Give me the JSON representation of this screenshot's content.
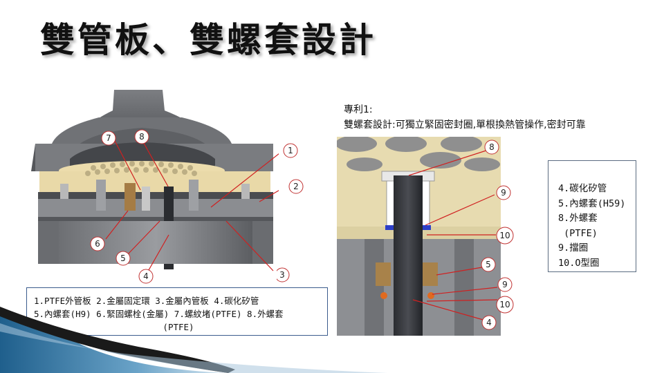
{
  "slide": {
    "title": "雙管板、雙螺套設計"
  },
  "left_figure": {
    "callouts": [
      "7",
      "8",
      "1",
      "2",
      "6",
      "5",
      "4",
      "3"
    ],
    "caption": {
      "line1": "1.PTFE外管板 2.金屬固定環 3.金屬內管板 4.碳化矽管",
      "line2": "5.內螺套(H9) 6.緊固螺栓(金屬) 7.螺紋堵(PTFE) 8.外螺套",
      "line3": "(PTFE)"
    }
  },
  "right_figure": {
    "patent_line1": "專利1:",
    "patent_line2": "雙螺套設計:可獨立緊固密封圈,單根換熱管操作,密封可靠",
    "callouts": [
      "8",
      "9",
      "10",
      "5",
      "9",
      "10",
      "4"
    ],
    "legend": [
      "4.碳化矽管",
      "5.內螺套(H59)",
      "8.外螺套",
      " (PTFE)",
      "9.擋圈",
      "10.O型圈"
    ]
  },
  "colors": {
    "callout_line": "#d02020",
    "callout_border": "#c03030",
    "caption_border": "#3a5b8c",
    "swoosh_dark": "#1a1a1a",
    "swoosh_blue": "#2b6f9e"
  }
}
